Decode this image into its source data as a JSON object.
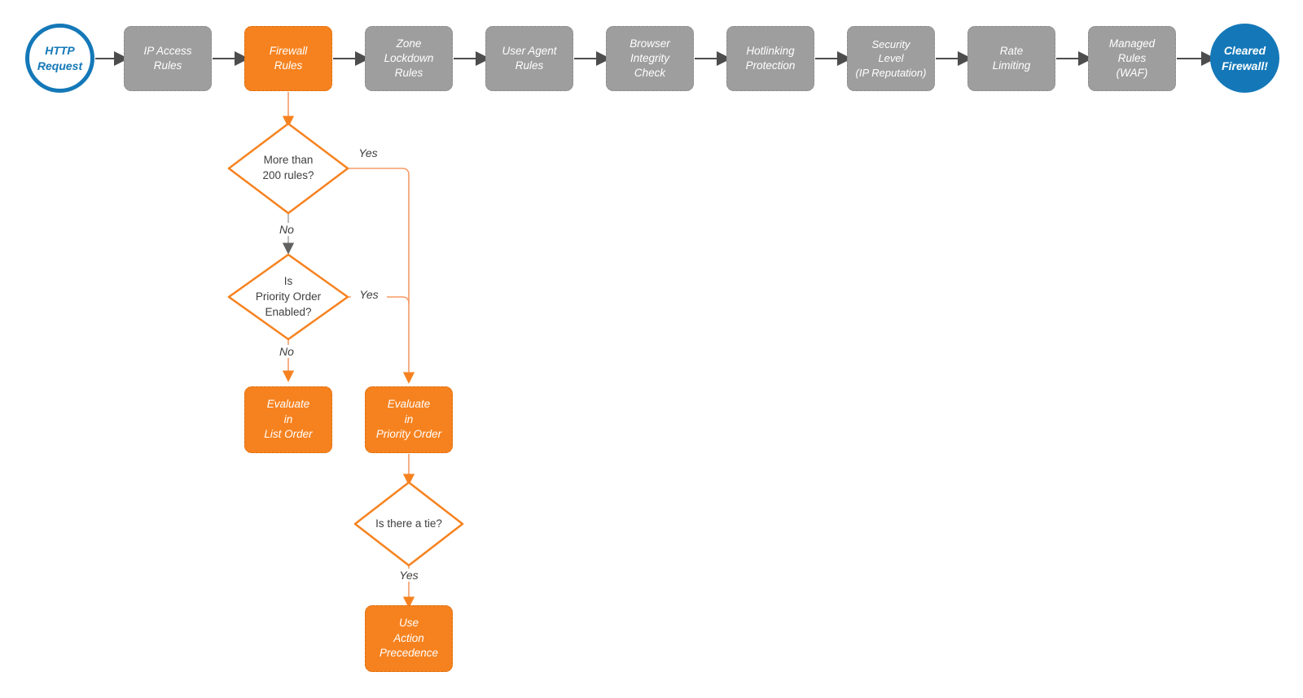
{
  "colors": {
    "accent_orange": "#F6821F",
    "orange_connector_light": "#F59B66",
    "node_gray": "#9E9E9E",
    "brand_blue": "#1478B8",
    "connector_dark_gray": "#4D4D4D",
    "connector_light_gray": "#ABABAB",
    "diamond_text": "#3F3F3F",
    "node_text": "#FFFFFF"
  },
  "pipeline": [
    {
      "label": "HTTP\nRequest",
      "type": "start-circle"
    },
    {
      "label": "IP Access\nRules",
      "type": "step"
    },
    {
      "label": "Firewall\nRules",
      "type": "highlighted-step"
    },
    {
      "label": "Zone\nLockdown\nRules",
      "type": "step"
    },
    {
      "label": "User Agent\nRules",
      "type": "step"
    },
    {
      "label": "Browser\nIntegrity\nCheck",
      "type": "step"
    },
    {
      "label": "Hotlinking\nProtection",
      "type": "step"
    },
    {
      "label": "Security\nLevel\n(IP Reputation)",
      "type": "step"
    },
    {
      "label": "Rate\nLimiting",
      "type": "step"
    },
    {
      "label": "Managed\nRules\n(WAF)",
      "type": "step"
    },
    {
      "label": "Cleared\nFirewall!",
      "type": "end-circle"
    }
  ],
  "decisions": {
    "more_rules": {
      "label": "More than\n200 rules?"
    },
    "priority_enabled": {
      "label": "Is\nPriority Order\nEnabled?"
    },
    "tie": {
      "label": "Is there a tie?"
    }
  },
  "actions": {
    "evaluate_list": {
      "label": "Evaluate\nin\nList Order"
    },
    "evaluate_priority": {
      "label": "Evaluate\nin\nPriority Order"
    },
    "action_precedence": {
      "label": "Use\nAction\nPrecedence"
    }
  },
  "edge_labels": {
    "more_rules_yes": "Yes",
    "more_rules_no": "No",
    "priority_enabled_yes": "Yes",
    "priority_enabled_no": "No",
    "tie_yes": "Yes"
  }
}
